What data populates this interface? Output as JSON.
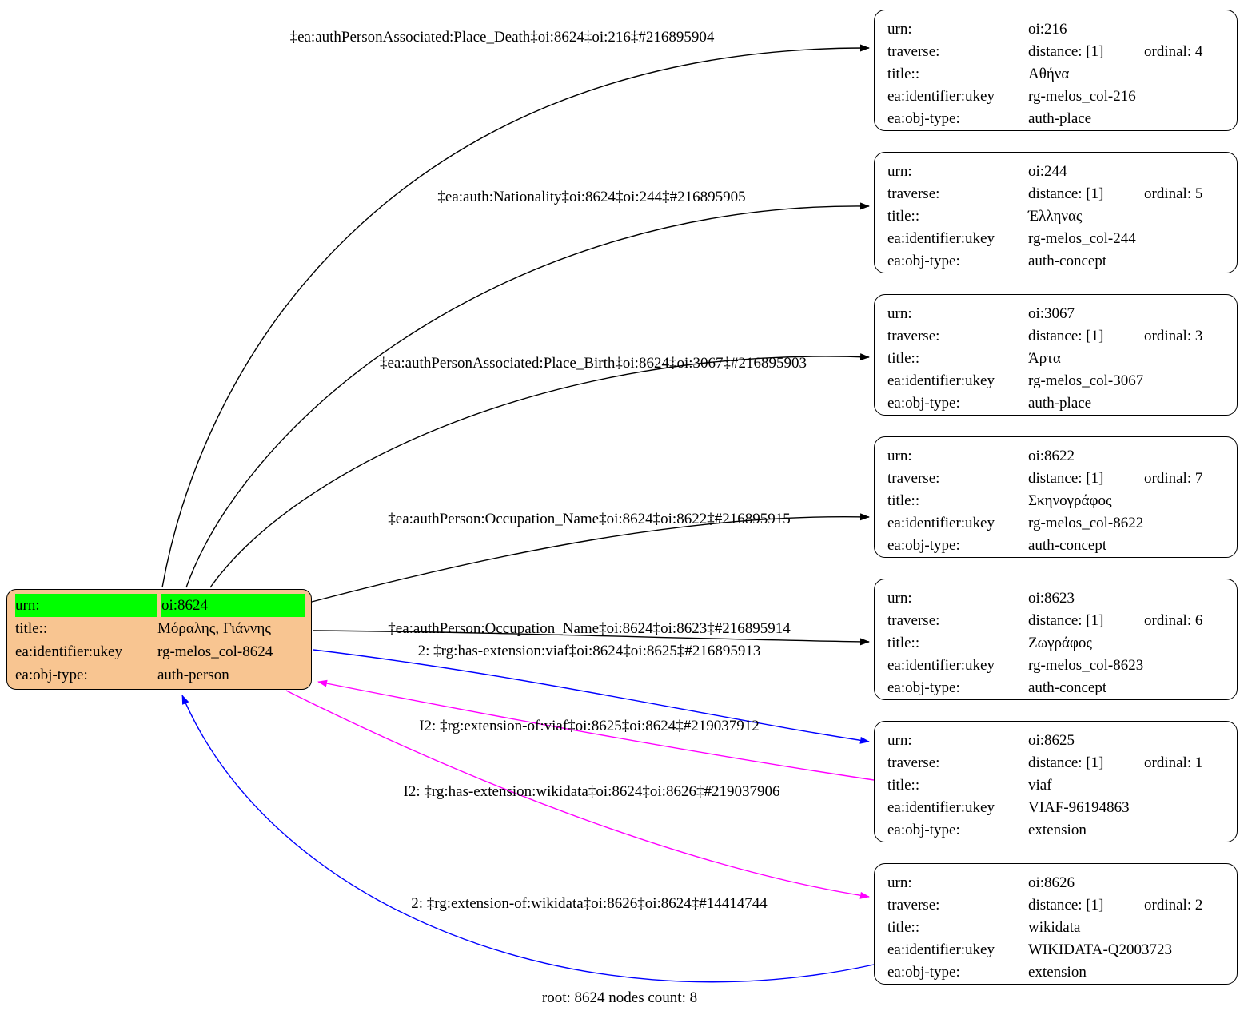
{
  "field_labels": {
    "urn": "urn:",
    "traverse": "traverse:",
    "title": "title::",
    "identifier": "ea:identifier:ukey",
    "objtype": "ea:obj-type:"
  },
  "root_node": {
    "urn": "oi:8624",
    "title": "Μόραλης, Γιάννης",
    "identifier": "rg-melos_col-8624",
    "objtype": "auth-person"
  },
  "nodes": [
    {
      "urn": "oi:216",
      "distance": "distance: [1]",
      "ordinal": "ordinal: 4",
      "title": "Αθήνα",
      "identifier": "rg-melos_col-216",
      "objtype": "auth-place"
    },
    {
      "urn": "oi:244",
      "distance": "distance: [1]",
      "ordinal": "ordinal: 5",
      "title": "Έλληνας",
      "identifier": "rg-melos_col-244",
      "objtype": "auth-concept"
    },
    {
      "urn": "oi:3067",
      "distance": "distance: [1]",
      "ordinal": "ordinal: 3",
      "title": "Άρτα",
      "identifier": "rg-melos_col-3067",
      "objtype": "auth-place"
    },
    {
      "urn": "oi:8622",
      "distance": "distance: [1]",
      "ordinal": "ordinal: 7",
      "title": "Σκηνογράφος",
      "identifier": "rg-melos_col-8622",
      "objtype": "auth-concept"
    },
    {
      "urn": "oi:8623",
      "distance": "distance: [1]",
      "ordinal": "ordinal: 6",
      "title": "Ζωγράφος",
      "identifier": "rg-melos_col-8623",
      "objtype": "auth-concept"
    },
    {
      "urn": "oi:8625",
      "distance": "distance: [1]",
      "ordinal": "ordinal: 1",
      "title": "viaf",
      "identifier": "VIAF-96194863",
      "objtype": "extension"
    },
    {
      "urn": "oi:8626",
      "distance": "distance: [1]",
      "ordinal": "ordinal: 2",
      "title": "wikidata",
      "identifier": "WIKIDATA-Q2003723",
      "objtype": "extension"
    }
  ],
  "edges": [
    {
      "label": "‡ea:authPersonAssociated:Place_Death‡oi:8624‡oi:216‡#216895904",
      "color": "#000000"
    },
    {
      "label": "‡ea:auth:Nationality‡oi:8624‡oi:244‡#216895905",
      "color": "#000000"
    },
    {
      "label": "‡ea:authPersonAssociated:Place_Birth‡oi:8624‡oi:3067‡#216895903",
      "color": "#000000"
    },
    {
      "label": "‡ea:authPerson:Occupation_Name‡oi:8624‡oi:8622‡#216895915",
      "color": "#000000"
    },
    {
      "label": "‡ea:authPerson:Occupation_Name‡oi:8624‡oi:8623‡#216895914",
      "color": "#000000"
    },
    {
      "label": "2: ‡rg:has-extension:viaf‡oi:8624‡oi:8625‡#216895913",
      "color": "#0000ff"
    },
    {
      "label": "I2: ‡rg:extension-of:viaf‡oi:8625‡oi:8624‡#219037912",
      "color": "#ff00ff"
    },
    {
      "label": "I2: ‡rg:has-extension:wikidata‡oi:8624‡oi:8626‡#219037906",
      "color": "#ff00ff"
    },
    {
      "label": "2: ‡rg:extension-of:wikidata‡oi:8626‡oi:8624‡#14414744",
      "color": "#0000ff"
    }
  ],
  "footer": "root: 8624 nodes count: 8",
  "colors": {
    "root_fill": "#f8c591",
    "highlight": "#00ff00",
    "edge_black": "#000000",
    "edge_blue": "#0000ff",
    "edge_magenta": "#ff00ff",
    "node_border": "#000000"
  }
}
